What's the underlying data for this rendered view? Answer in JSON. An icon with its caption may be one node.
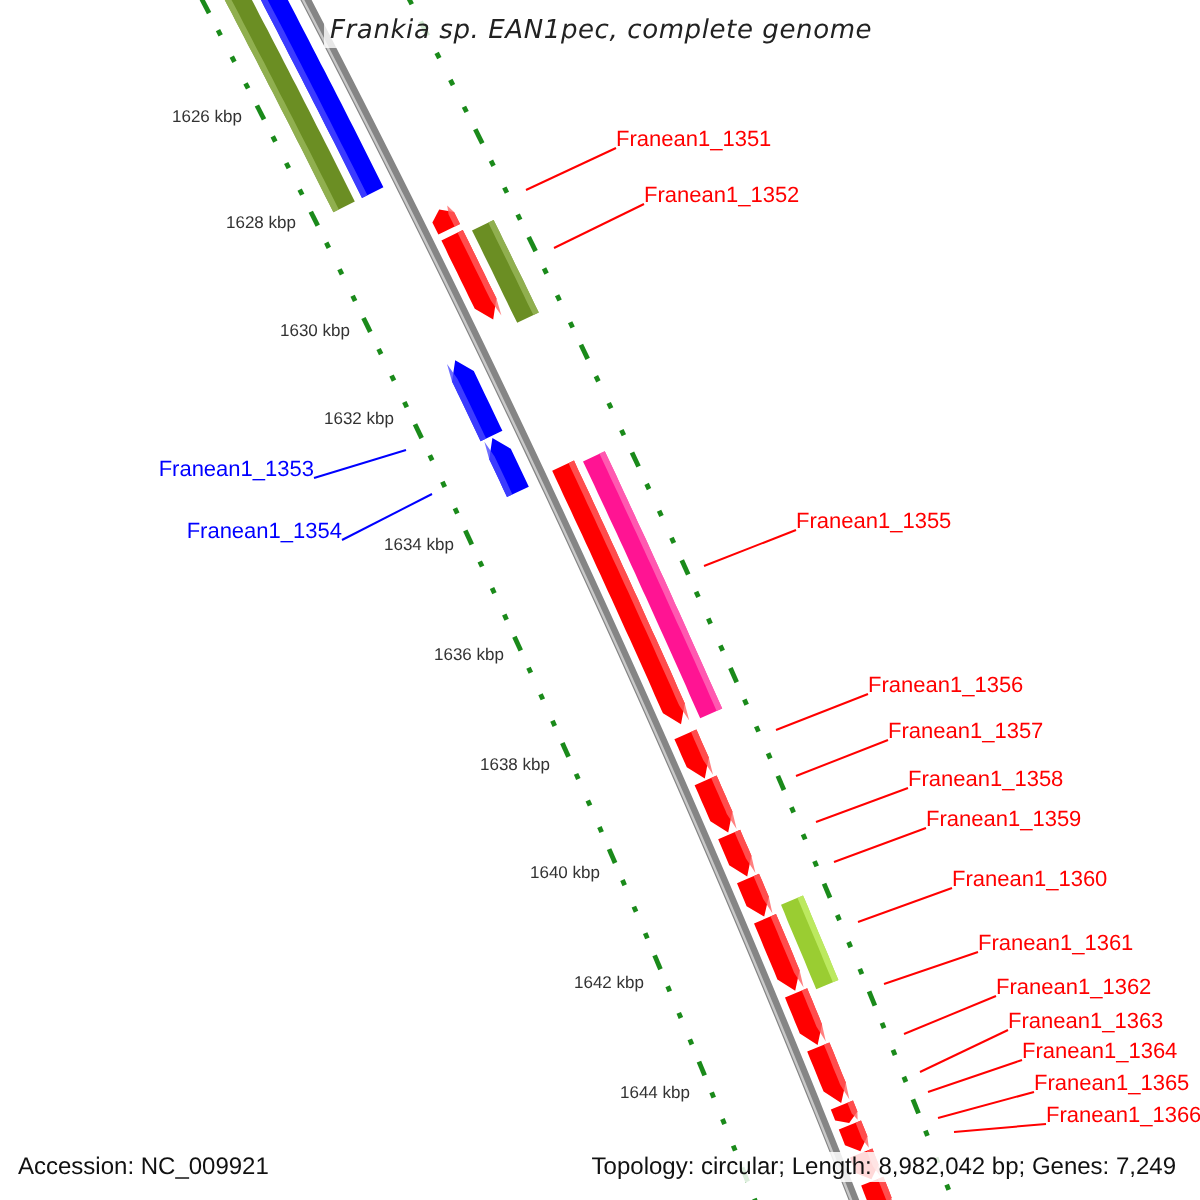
{
  "diagram": {
    "title": "Frankia sp. EAN1pec, complete genome",
    "nodes": [
      {
        "text": [
          "Franean1_1351"
        ]
      },
      {
        "text": [
          "Franean1_1352"
        ]
      },
      {
        "text": [
          "Franean1_1353"
        ]
      },
      {
        "text": [
          "Franean1_1354"
        ]
      },
      {
        "text": [
          "Franean1_1355"
        ]
      },
      {
        "text": [
          "Franean1_1356"
        ]
      },
      {
        "text": [
          "Franean1_1357"
        ]
      },
      {
        "text": [
          "Franean1_1358"
        ]
      },
      {
        "text": [
          "Franean1_1359"
        ]
      },
      {
        "text": [
          "Franean1_1360"
        ]
      },
      {
        "text": [
          "Franean1_1361"
        ]
      },
      {
        "text": [
          "Franean1_1362"
        ]
      },
      {
        "text": [
          "Franean1_1363"
        ]
      },
      {
        "text": [
          "Franean1_1364"
        ]
      },
      {
        "text": [
          "Franean1_1365"
        ]
      },
      {
        "text": [
          "Franean1_1366"
        ]
      }
    ],
    "edges": [
      {
        "from": 0,
        "to": null,
        "arrow": "none"
      },
      {
        "from": 1,
        "to": null,
        "arrow": "none"
      },
      {
        "from": 2,
        "to": null,
        "arrow": "none",
        "color": "#0000ff"
      },
      {
        "from": 3,
        "to": null,
        "arrow": "none",
        "color": "#0000ff"
      },
      {
        "from": 4,
        "to": null,
        "arrow": "none"
      },
      {
        "from": 5,
        "to": null,
        "arrow": "none"
      },
      {
        "from": 6,
        "to": null,
        "arrow": "none"
      },
      {
        "from": 7,
        "to": null,
        "arrow": "none"
      },
      {
        "from": 8,
        "to": null,
        "arrow": "none"
      },
      {
        "from": 9,
        "to": null,
        "arrow": "none"
      },
      {
        "from": 10,
        "to": null,
        "arrow": "none"
      },
      {
        "from": 11,
        "to": null,
        "arrow": "none"
      },
      {
        "from": 12,
        "to": null,
        "arrow": "none"
      },
      {
        "from": 13,
        "to": null,
        "arrow": "none"
      },
      {
        "from": 14,
        "to": null,
        "arrow": "none"
      },
      {
        "from": 15,
        "to": null,
        "arrow": "none"
      }
    ],
    "labels": [
      "1626 kbp",
      "1628 kbp",
      "1630 kbp",
      "1632 kbp",
      "1634 kbp",
      "1636 kbp",
      "1638 kbp",
      "1640 kbp",
      "1642 kbp",
      "1644 kbp",
      "Accession: NC_009921",
      "Topology: circular; Length: 8,982,042 bp; Genes: 7,249"
    ]
  }
}
